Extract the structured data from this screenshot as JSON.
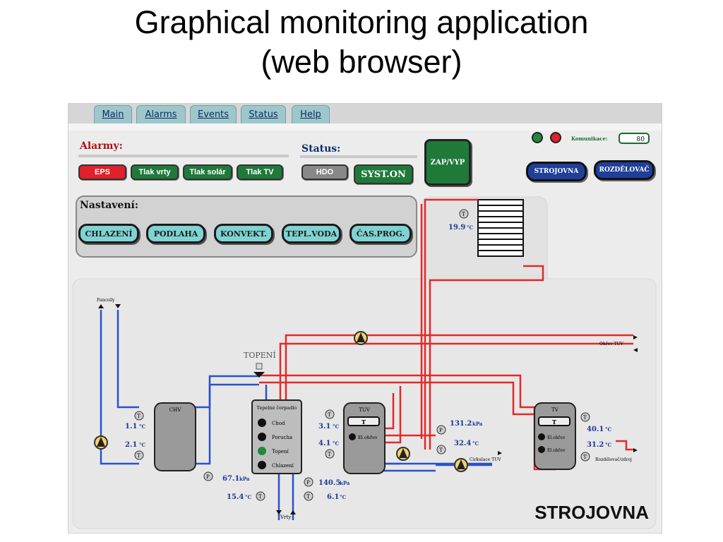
{
  "slide": {
    "title_line1": "Graphical monitoring application",
    "title_line2": "(web browser)"
  },
  "tabs": [
    {
      "label": "Main"
    },
    {
      "label": "Alarms"
    },
    {
      "label": "Events"
    },
    {
      "label": "Status"
    },
    {
      "label": "Help"
    }
  ],
  "alarmy": {
    "title": "Alarmy:",
    "items": [
      {
        "label": "EPS",
        "color": "#e0202a"
      },
      {
        "label": "Tlak vrty",
        "color": "#1f7a3a"
      },
      {
        "label": "Tlak solár",
        "color": "#1f7a3a"
      },
      {
        "label": "Tlak TV",
        "color": "#1f7a3a"
      }
    ]
  },
  "status": {
    "title": "Status:",
    "hdo": "HDO",
    "syst": "SYST.ON"
  },
  "zap_label": "ZAP/VYP",
  "komunikace": {
    "label": "Komunikace:",
    "value": "80"
  },
  "nav": {
    "strojovna": "STROJOVNA",
    "rozdelovac": "ROZDĚLOVAČ"
  },
  "nastaveni": {
    "title": "Nastavení:",
    "buttons": [
      "CHLAZENÍ",
      "PODLAHA",
      "KONVEKT.",
      "TEPL.VODA",
      "ČAS.PROG."
    ]
  },
  "diagram": {
    "title": "STROJOVNA",
    "fancoily": "Fancoily",
    "topeni": "TOPENÍ",
    "chv": "CHV",
    "tuv": "TUV",
    "tv": "TV",
    "pump_box": {
      "title": "Tepelné čerpadlo",
      "items": [
        "Chod",
        "Porucha",
        "Topení",
        "Chlazení"
      ]
    },
    "el_ohrev": "El.ohřev",
    "tv_el1": "El.ohřev",
    "tv_el2": "El.ohřev",
    "ohrev_tuv": "Ohřev TUV",
    "cirkulace": "Cirkulace TUV",
    "rozdelovac_out": "Rozdělovač/zdroj",
    "vrty": "Vrty",
    "t_symbol": "T",
    "p_symbol": "P",
    "readings": {
      "radiator_temp": "19.9",
      "chv_t1": "1.1",
      "chv_t2": "2.1",
      "pressure1": "67.1",
      "vrty_temp": "15.4",
      "tuv_t1": "3.1",
      "tuv_t2": "4.1",
      "pressure2": "140.5",
      "vrty_temp2": "6.1",
      "tuv_pressure": "131.2",
      "tuv_temp": "32.4",
      "tv_t1": "40.1",
      "tv_t2": "31.2"
    },
    "unit_c": "°C",
    "unit_kpa": "kPa",
    "led_active": "#1f8a3a"
  }
}
